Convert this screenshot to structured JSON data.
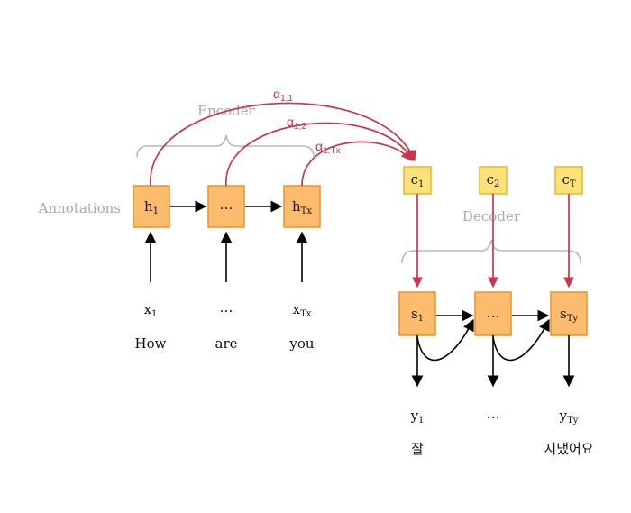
{
  "diagram": {
    "encoder_label": "Encoder",
    "decoder_label": "Decoder",
    "annotations_label": "Annotations",
    "encoder_boxes": [
      {
        "main": "h",
        "sub": "1"
      },
      {
        "main": "…",
        "sub": ""
      },
      {
        "main": "h",
        "sub": "Tx"
      }
    ],
    "inputs": [
      {
        "main": "x",
        "sub": "1",
        "word": "How"
      },
      {
        "main": "…",
        "sub": "",
        "word": "are"
      },
      {
        "main": "x",
        "sub": "Tx",
        "word": "you"
      }
    ],
    "attention": [
      {
        "main": "α",
        "sub": "1,1"
      },
      {
        "main": "α",
        "sub": "1,2"
      },
      {
        "main": "α",
        "sub": "1,Tx"
      }
    ],
    "contexts": [
      {
        "main": "c",
        "sub": "1"
      },
      {
        "main": "c",
        "sub": "2"
      },
      {
        "main": "c",
        "sub": "T"
      }
    ],
    "decoder_boxes": [
      {
        "main": "s",
        "sub": "1"
      },
      {
        "main": "…",
        "sub": ""
      },
      {
        "main": "s",
        "sub": "Ty"
      }
    ],
    "outputs": [
      {
        "main": "y",
        "sub": "1",
        "word": "잘"
      },
      {
        "main": "…",
        "sub": "",
        "word": ""
      },
      {
        "main": "y",
        "sub": "Ty",
        "word": "지냈어요"
      }
    ],
    "colors": {
      "encoder_box": "#fdbb6e",
      "context_box": "#fde27a",
      "attention_arrow": "#c9354b",
      "flow_arrow": "#000000",
      "muted_label": "#a8a8a8"
    }
  }
}
